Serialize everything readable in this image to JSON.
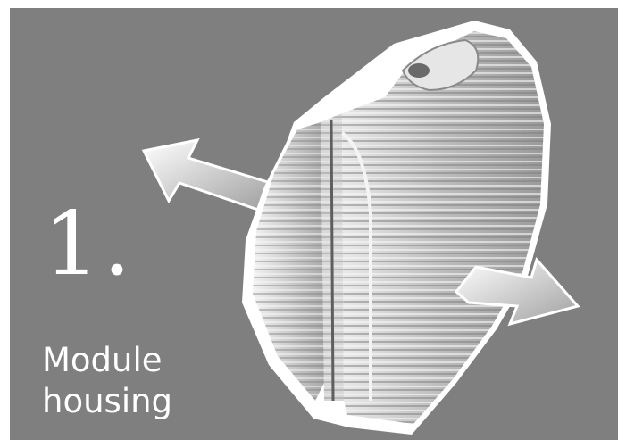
{
  "panel": {
    "background": "#7f7f7f",
    "step_number": "1.",
    "caption_line1": "Module",
    "caption_line2": "housing"
  },
  "illustration": {
    "subject": "module-housing",
    "arrows": [
      "arrow-left",
      "arrow-right"
    ]
  }
}
